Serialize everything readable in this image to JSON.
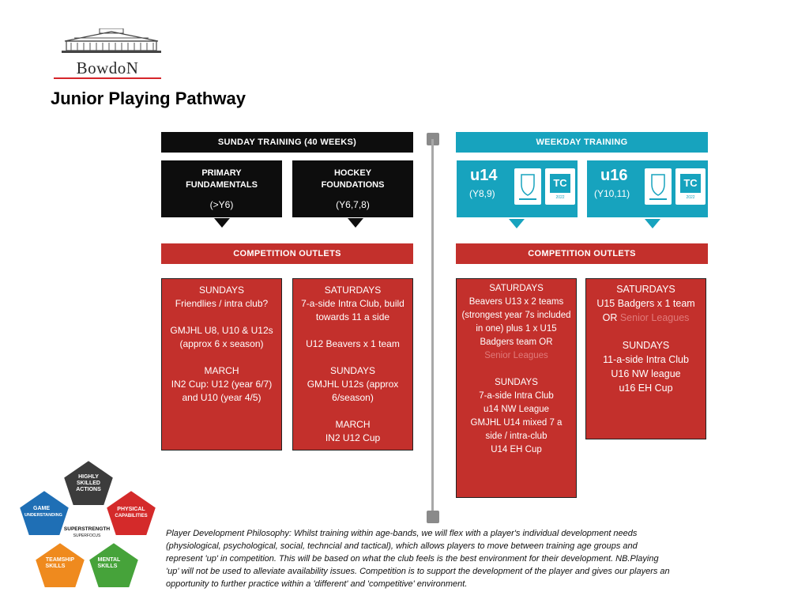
{
  "logo": {
    "name": "BowdoN"
  },
  "title": "Junior Playing Pathway",
  "sunday": {
    "header": "SUNDAY TRAINING (40 WEEKS)",
    "blocks": [
      {
        "line1": "PRIMARY",
        "line2": "FUNDAMENTALS",
        "sub": "(>Y6)"
      },
      {
        "line1": "HOCKEY",
        "line2": "FOUNDATIONS",
        "sub": "(Y6,7,8)"
      }
    ],
    "outlets_header": "COMPETITION OUTLETS",
    "col1": [
      "SUNDAYS",
      "Friendlies / intra club?",
      "",
      "GMJHL U8, U10 & U12s",
      "(approx 6 x season)",
      "",
      "MARCH",
      "IN2 Cup: U12 (year 6/7)",
      "and U10 (year 4/5)"
    ],
    "col2": [
      "SATURDAYS",
      "7-a-side Intra Club, build",
      "towards 11 a side",
      "",
      "U12 Beavers x 1 team",
      "",
      "SUNDAYS",
      "GMJHL U12s (approx",
      "6/season)",
      "",
      "MARCH",
      "IN2 U12 Cup"
    ]
  },
  "weekday": {
    "header": "WEEKDAY TRAINING",
    "blocks": [
      {
        "age": "u14",
        "years": "(Y8,9)"
      },
      {
        "age": "u16",
        "years": "(Y10,11)"
      }
    ],
    "badge": {
      "tc": "TC",
      "tc_year": "2022"
    },
    "outlets_header": "COMPETITION OUTLETS",
    "col3": {
      "l1": "SATURDAYS",
      "l2": "Beavers U13 x 2 teams",
      "l3": "(strongest year 7s included",
      "l4": "in one) plus 1 x U15",
      "l5": "Badgers team OR",
      "l6_muted": "Senior Leagues",
      "l7": "SUNDAYS",
      "l8": "7-a-side Intra Club",
      "l9": "u14 NW League",
      "l10": "GMJHL U14 mixed 7 a",
      "l11": "side / intra-club",
      "l12": "U14 EH Cup"
    },
    "col4": {
      "l1": "SATURDAYS",
      "l2": "U15 Badgers x 1 team",
      "l3_or": "OR ",
      "l3_muted": "Senior Leagues",
      "l4": "SUNDAYS",
      "l5": "11-a-side Intra Club",
      "l6": "U16 NW league",
      "l7": "u16 EH Cup"
    }
  },
  "superstrength": {
    "top": [
      "HIGHLY",
      "SKILLED",
      "ACTIONS"
    ],
    "left": [
      "GAME",
      "UNDERSTANDING"
    ],
    "right": [
      "PHYSICAL",
      "CAPABILITIES"
    ],
    "bottom_left": [
      "TEAMSHIP",
      "SKILLS"
    ],
    "bottom_right": [
      "MENTAL",
      "SKILLS"
    ],
    "center": "SUPERSTRENGTH",
    "center_sub": "SUPERFOCUS",
    "colors": {
      "top": "#3c3c3c",
      "left": "#1f6fb5",
      "right": "#d42a2a",
      "bottom_left": "#ef8a1e",
      "bottom_right": "#46a33a"
    }
  },
  "philosophy": [
    "Player Development Philosophy: Whilst training within age-bands, we will flex with a player's individual development needs",
    "(physiological, psychological, social, techncial and tactical), which allows players to move between training age groups and",
    "represent 'up' in competition. This will be based on what the club feels is the best environment for their development.  NB.Playing",
    "'up' will not be used to alleviate availability issues. Competition is to support the development of the player and gives our players an",
    "opportunity to further practice within a 'different' and 'competitive' environment."
  ]
}
